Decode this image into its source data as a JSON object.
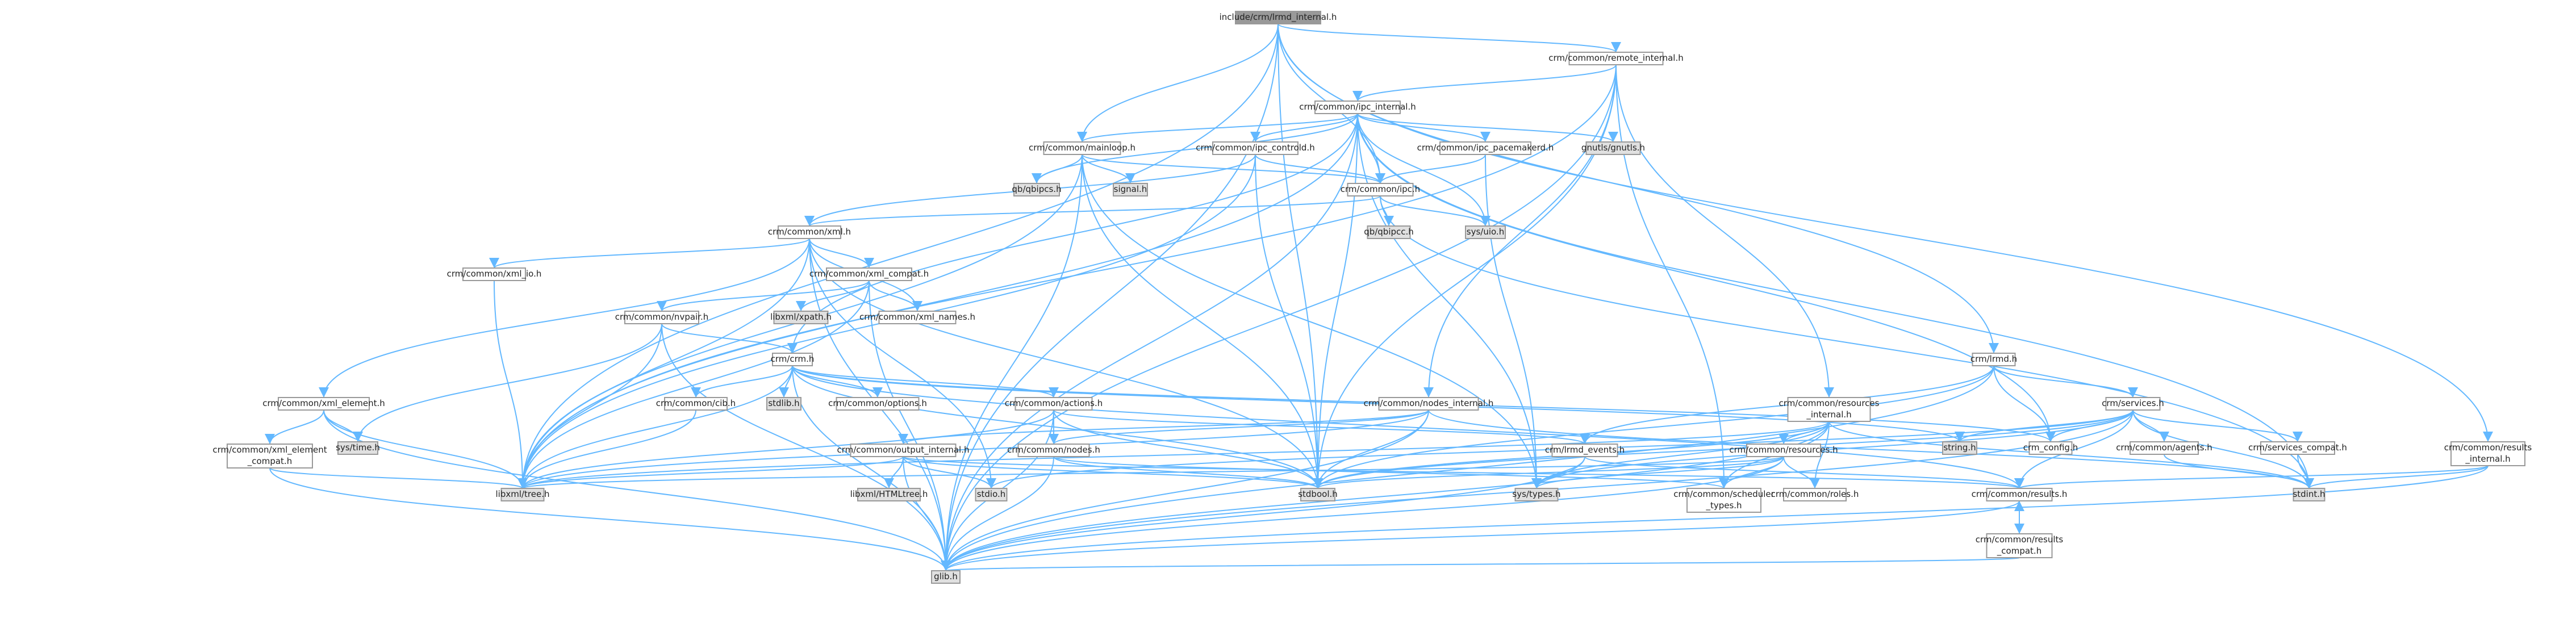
{
  "title": "include/crm/lrmd_internal.h",
  "colors": {
    "edge": "#63b8ff",
    "node_border": "#999999",
    "node_fill": "#ffffff",
    "node_root_fill": "#999999",
    "node_system_fill": "#e0e0e0",
    "node_red_border": "#ff0000",
    "text": "#222222"
  },
  "nodes": [
    {
      "id": "root",
      "lines": [
        "include/crm/lrmd_internal.h"
      ],
      "style": "root"
    },
    {
      "id": "remote",
      "lines": [
        "crm/common/remote_internal.h"
      ],
      "style": "normal"
    },
    {
      "id": "ipc_int",
      "lines": [
        "crm/common/ipc_internal.h"
      ],
      "style": "normal"
    },
    {
      "id": "mainloop",
      "lines": [
        "crm/common/mainloop.h"
      ],
      "style": "normal"
    },
    {
      "id": "ipc_controld",
      "lines": [
        "crm/common/ipc_controld.h"
      ],
      "style": "normal"
    },
    {
      "id": "ipc_pacemakerd",
      "lines": [
        "crm/common/ipc_pacemakerd.h"
      ],
      "style": "normal"
    },
    {
      "id": "gnutls",
      "lines": [
        "gnutls/gnutls.h"
      ],
      "style": "system"
    },
    {
      "id": "qbipcs",
      "lines": [
        "qb/qbipcs.h"
      ],
      "style": "system"
    },
    {
      "id": "signal",
      "lines": [
        "signal.h"
      ],
      "style": "system"
    },
    {
      "id": "ipc",
      "lines": [
        "crm/common/ipc.h"
      ],
      "style": "normal"
    },
    {
      "id": "qbipcc",
      "lines": [
        "qb/qbipcc.h"
      ],
      "style": "system"
    },
    {
      "id": "sysuio",
      "lines": [
        "sys/uio.h"
      ],
      "style": "system"
    },
    {
      "id": "xml",
      "lines": [
        "crm/common/xml.h"
      ],
      "style": "normal"
    },
    {
      "id": "xml_io",
      "lines": [
        "crm/common/xml_io.h"
      ],
      "style": "normal"
    },
    {
      "id": "xml_compat",
      "lines": [
        "crm/common/xml_compat.h"
      ],
      "style": "normal"
    },
    {
      "id": "nvpair",
      "lines": [
        "crm/common/nvpair.h"
      ],
      "style": "red"
    },
    {
      "id": "libxml_xpath",
      "lines": [
        "libxml/xpath.h"
      ],
      "style": "system"
    },
    {
      "id": "xml_names",
      "lines": [
        "crm/common/xml_names.h"
      ],
      "style": "normal"
    },
    {
      "id": "crm",
      "lines": [
        "crm/crm.h"
      ],
      "style": "red"
    },
    {
      "id": "lrmd",
      "lines": [
        "crm/lrmd.h"
      ],
      "style": "normal"
    },
    {
      "id": "services",
      "lines": [
        "crm/services.h"
      ],
      "style": "normal"
    },
    {
      "id": "xml_element",
      "lines": [
        "crm/common/xml_element.h"
      ],
      "style": "normal"
    },
    {
      "id": "xml_element_compat",
      "lines": [
        "crm/common/xml_element",
        "_compat.h"
      ],
      "style": "normal"
    },
    {
      "id": "systime",
      "lines": [
        "sys/time.h"
      ],
      "style": "system"
    },
    {
      "id": "cib",
      "lines": [
        "crm/common/cib.h"
      ],
      "style": "normal"
    },
    {
      "id": "stdlib",
      "lines": [
        "stdlib.h"
      ],
      "style": "system"
    },
    {
      "id": "options",
      "lines": [
        "crm/common/options.h"
      ],
      "style": "normal"
    },
    {
      "id": "actions",
      "lines": [
        "crm/common/actions.h"
      ],
      "style": "red"
    },
    {
      "id": "nodes_int",
      "lines": [
        "crm/common/nodes_internal.h"
      ],
      "style": "normal"
    },
    {
      "id": "res_int",
      "lines": [
        "crm/common/resources",
        "_internal.h"
      ],
      "style": "normal"
    },
    {
      "id": "string",
      "lines": [
        "string.h"
      ],
      "style": "system"
    },
    {
      "id": "crm_config",
      "lines": [
        "crm_config.h"
      ],
      "style": "normal"
    },
    {
      "id": "agents",
      "lines": [
        "crm/common/agents.h"
      ],
      "style": "normal"
    },
    {
      "id": "services_compat",
      "lines": [
        "crm/services_compat.h"
      ],
      "style": "normal"
    },
    {
      "id": "results_int",
      "lines": [
        "crm/common/results",
        "_internal.h"
      ],
      "style": "normal"
    },
    {
      "id": "output_int",
      "lines": [
        "crm/common/output_internal.h"
      ],
      "style": "normal"
    },
    {
      "id": "common_nodes",
      "lines": [
        "crm/common/nodes.h"
      ],
      "style": "normal"
    },
    {
      "id": "lrmd_events",
      "lines": [
        "crm/lrmd_events.h"
      ],
      "style": "normal"
    },
    {
      "id": "resources",
      "lines": [
        "crm/common/resources.h"
      ],
      "style": "normal"
    },
    {
      "id": "libxml_tree",
      "lines": [
        "libxml/tree.h"
      ],
      "style": "system"
    },
    {
      "id": "libxml_html",
      "lines": [
        "libxml/HTMLtree.h"
      ],
      "style": "system"
    },
    {
      "id": "stdio",
      "lines": [
        "stdio.h"
      ],
      "style": "system"
    },
    {
      "id": "stdbool",
      "lines": [
        "stdbool.h"
      ],
      "style": "system"
    },
    {
      "id": "systypes",
      "lines": [
        "sys/types.h"
      ],
      "style": "system"
    },
    {
      "id": "sched_types",
      "lines": [
        "crm/common/scheduler",
        "_types.h"
      ],
      "style": "normal"
    },
    {
      "id": "roles",
      "lines": [
        "crm/common/roles.h"
      ],
      "style": "normal"
    },
    {
      "id": "results",
      "lines": [
        "crm/common/results.h"
      ],
      "style": "normal"
    },
    {
      "id": "stdint",
      "lines": [
        "stdint.h"
      ],
      "style": "system"
    },
    {
      "id": "results_compat",
      "lines": [
        "crm/common/results",
        "_compat.h"
      ],
      "style": "normal"
    },
    {
      "id": "glib",
      "lines": [
        "glib.h"
      ],
      "style": "system"
    }
  ],
  "edges": [
    [
      "root",
      "remote"
    ],
    [
      "root",
      "mainloop"
    ],
    [
      "root",
      "ipc"
    ],
    [
      "root",
      "lrmd"
    ],
    [
      "root",
      "results_int"
    ],
    [
      "root",
      "stdbool"
    ],
    [
      "root",
      "libxml_tree"
    ],
    [
      "root",
      "glib"
    ],
    [
      "remote",
      "ipc_int"
    ],
    [
      "remote",
      "nodes_int"
    ],
    [
      "remote",
      "res_int"
    ],
    [
      "remote",
      "sched_types"
    ],
    [
      "remote",
      "stdbool"
    ],
    [
      "remote",
      "glib"
    ],
    [
      "remote",
      "libxml_tree"
    ],
    [
      "ipc_int",
      "ipc"
    ],
    [
      "ipc_int",
      "mainloop"
    ],
    [
      "ipc_int",
      "ipc_controld"
    ],
    [
      "ipc_int",
      "ipc_pacemakerd"
    ],
    [
      "ipc_int",
      "gnutls"
    ],
    [
      "ipc_int",
      "qbipcs"
    ],
    [
      "ipc_int",
      "sysuio"
    ],
    [
      "ipc_int",
      "crm"
    ],
    [
      "ipc_int",
      "crm_config"
    ],
    [
      "ipc_int",
      "stdbool"
    ],
    [
      "ipc_int",
      "stdint"
    ],
    [
      "ipc_int",
      "systypes"
    ],
    [
      "ipc_int",
      "libxml_tree"
    ],
    [
      "ipc_int",
      "glib"
    ],
    [
      "mainloop",
      "qbipcs"
    ],
    [
      "mainloop",
      "signal"
    ],
    [
      "mainloop",
      "ipc"
    ],
    [
      "mainloop",
      "stdbool"
    ],
    [
      "mainloop",
      "glib"
    ],
    [
      "mainloop",
      "systypes"
    ],
    [
      "mainloop",
      "libxml_tree"
    ],
    [
      "ipc_controld",
      "ipc"
    ],
    [
      "ipc_controld",
      "stdbool"
    ],
    [
      "ipc_controld",
      "libxml_tree"
    ],
    [
      "ipc_controld",
      "xml"
    ],
    [
      "ipc_pacemakerd",
      "ipc"
    ],
    [
      "ipc_pacemakerd",
      "systypes"
    ],
    [
      "ipc",
      "qbipcc"
    ],
    [
      "ipc",
      "sysuio"
    ],
    [
      "ipc",
      "stdint"
    ],
    [
      "ipc",
      "xml"
    ],
    [
      "xml",
      "xml_io"
    ],
    [
      "xml",
      "xml_compat"
    ],
    [
      "xml",
      "xml_element"
    ],
    [
      "xml",
      "xml_names"
    ],
    [
      "xml",
      "libxml_tree"
    ],
    [
      "xml",
      "glib"
    ],
    [
      "xml",
      "stdbool"
    ],
    [
      "xml",
      "stdio"
    ],
    [
      "xml_io",
      "libxml_tree"
    ],
    [
      "xml_compat",
      "nvpair"
    ],
    [
      "xml_compat",
      "libxml_xpath"
    ],
    [
      "xml_compat",
      "xml_names"
    ],
    [
      "xml_compat",
      "libxml_tree"
    ],
    [
      "xml_compat",
      "glib"
    ],
    [
      "nvpair",
      "crm"
    ],
    [
      "nvpair",
      "systime"
    ],
    [
      "nvpair",
      "libxml_tree"
    ],
    [
      "nvpair",
      "glib"
    ],
    [
      "crm",
      "cib"
    ],
    [
      "crm",
      "stdlib"
    ],
    [
      "crm",
      "options"
    ],
    [
      "crm",
      "actions"
    ],
    [
      "crm",
      "crm_config"
    ],
    [
      "crm",
      "results"
    ],
    [
      "crm",
      "string"
    ],
    [
      "crm",
      "libxml_tree"
    ],
    [
      "crm",
      "glib"
    ],
    [
      "crm",
      "stdbool"
    ],
    [
      "xml_element",
      "xml_element_compat"
    ],
    [
      "xml_element",
      "systime"
    ],
    [
      "xml_element",
      "libxml_tree"
    ],
    [
      "xml_element",
      "glib"
    ],
    [
      "xml_element_compat",
      "libxml_tree"
    ],
    [
      "xml_element_compat",
      "glib"
    ],
    [
      "cib",
      "libxml_tree"
    ],
    [
      "actions",
      "common_nodes"
    ],
    [
      "actions",
      "lrmd_events"
    ],
    [
      "actions",
      "stdbool"
    ],
    [
      "actions",
      "libxml_tree"
    ],
    [
      "actions",
      "glib"
    ],
    [
      "lrmd",
      "services"
    ],
    [
      "lrmd",
      "crm_config"
    ],
    [
      "lrmd",
      "lrmd_events"
    ],
    [
      "lrmd",
      "stdbool"
    ],
    [
      "lrmd",
      "glib"
    ],
    [
      "services",
      "string"
    ],
    [
      "services",
      "crm_config"
    ],
    [
      "services",
      "agents"
    ],
    [
      "services",
      "services_compat"
    ],
    [
      "services",
      "results"
    ],
    [
      "services",
      "stdint"
    ],
    [
      "services",
      "stdbool"
    ],
    [
      "services",
      "glib"
    ],
    [
      "services",
      "stdio"
    ],
    [
      "services",
      "systypes"
    ],
    [
      "services_compat",
      "stdint"
    ],
    [
      "agents",
      "stdint"
    ],
    [
      "results_int",
      "results"
    ],
    [
      "results_int",
      "glib"
    ],
    [
      "results_int",
      "stdint"
    ],
    [
      "nodes_int",
      "output_int"
    ],
    [
      "nodes_int",
      "common_nodes"
    ],
    [
      "nodes_int",
      "stdint"
    ],
    [
      "nodes_int",
      "stdbool"
    ],
    [
      "nodes_int",
      "glib"
    ],
    [
      "nodes_int",
      "libxml_tree"
    ],
    [
      "res_int",
      "resources"
    ],
    [
      "res_int",
      "sched_types"
    ],
    [
      "res_int",
      "roles"
    ],
    [
      "res_int",
      "stdint"
    ],
    [
      "res_int",
      "stdbool"
    ],
    [
      "res_int",
      "glib"
    ],
    [
      "res_int",
      "systypes"
    ],
    [
      "res_int",
      "libxml_tree"
    ],
    [
      "output_int",
      "libxml_html"
    ],
    [
      "output_int",
      "stdio"
    ],
    [
      "output_int",
      "stdbool"
    ],
    [
      "output_int",
      "results"
    ],
    [
      "output_int",
      "libxml_tree"
    ],
    [
      "output_int",
      "glib"
    ],
    [
      "common_nodes",
      "stdbool"
    ],
    [
      "common_nodes",
      "sched_types"
    ],
    [
      "common_nodes",
      "glib"
    ],
    [
      "lrmd_events",
      "systypes"
    ],
    [
      "lrmd_events",
      "results"
    ],
    [
      "lrmd_events",
      "glib"
    ],
    [
      "resources",
      "stdbool"
    ],
    [
      "resources",
      "roles"
    ],
    [
      "resources",
      "sched_types"
    ],
    [
      "resources",
      "systypes"
    ],
    [
      "resources",
      "glib"
    ],
    [
      "resources",
      "libxml_tree"
    ],
    [
      "results",
      "results_compat"
    ],
    [
      "results",
      "glib"
    ],
    [
      "results_compat",
      "results"
    ],
    [
      "results_compat",
      "glib"
    ]
  ]
}
